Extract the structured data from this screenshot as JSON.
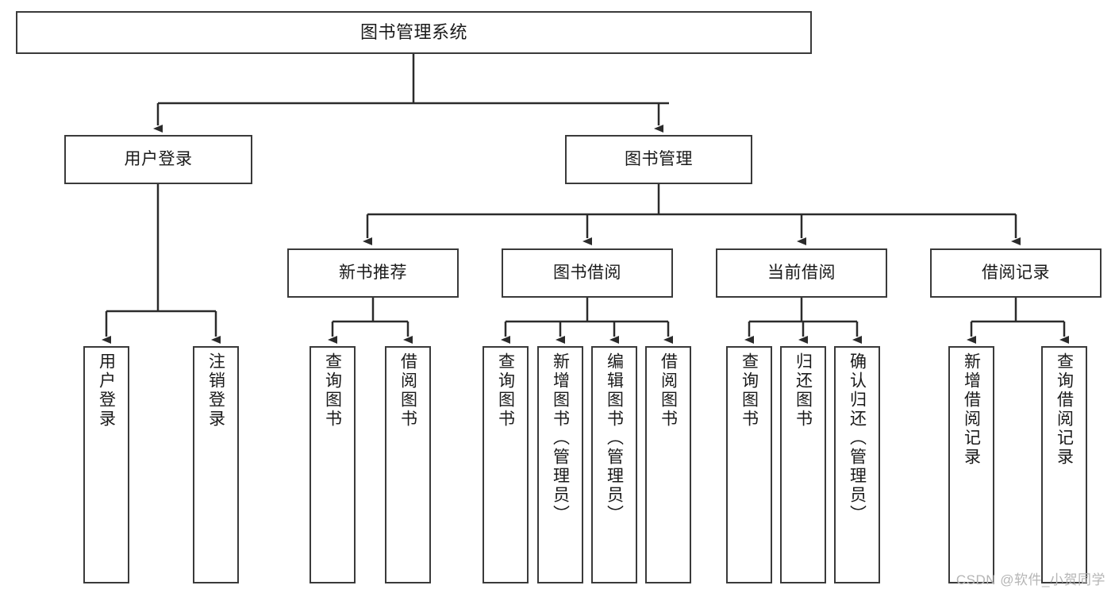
{
  "diagram": {
    "title": "图书管理系统",
    "type": "tree-hierarchy-chart",
    "root": {
      "label": "图书管理系统"
    },
    "level2": [
      {
        "label": "用户登录"
      },
      {
        "label": "图书管理"
      }
    ],
    "level3": [
      {
        "label": "新书推荐"
      },
      {
        "label": "图书借阅"
      },
      {
        "label": "当前借阅"
      },
      {
        "label": "借阅记录"
      }
    ],
    "leaves": [
      {
        "label": "用户登录"
      },
      {
        "label": "注销登录"
      },
      {
        "label": "查询图书"
      },
      {
        "label": "借阅图书"
      },
      {
        "label": "查询图书"
      },
      {
        "label": "新增图书（管理员）"
      },
      {
        "label": "编辑图书（管理员）"
      },
      {
        "label": "借阅图书"
      },
      {
        "label": "查询图书"
      },
      {
        "label": "归还图书"
      },
      {
        "label": "确认归还（管理员）"
      },
      {
        "label": "新增借阅记录"
      },
      {
        "label": "查询借阅记录"
      }
    ],
    "colors": {
      "box_border": "#3a3a3a",
      "box_fill": "#ffffff",
      "line": "#2b2b2b",
      "text": "#1a1a1a",
      "watermark": "#b5b5b5",
      "background": "#ffffff"
    }
  },
  "watermark": {
    "text": "CSDN @软件_小贺同学"
  }
}
